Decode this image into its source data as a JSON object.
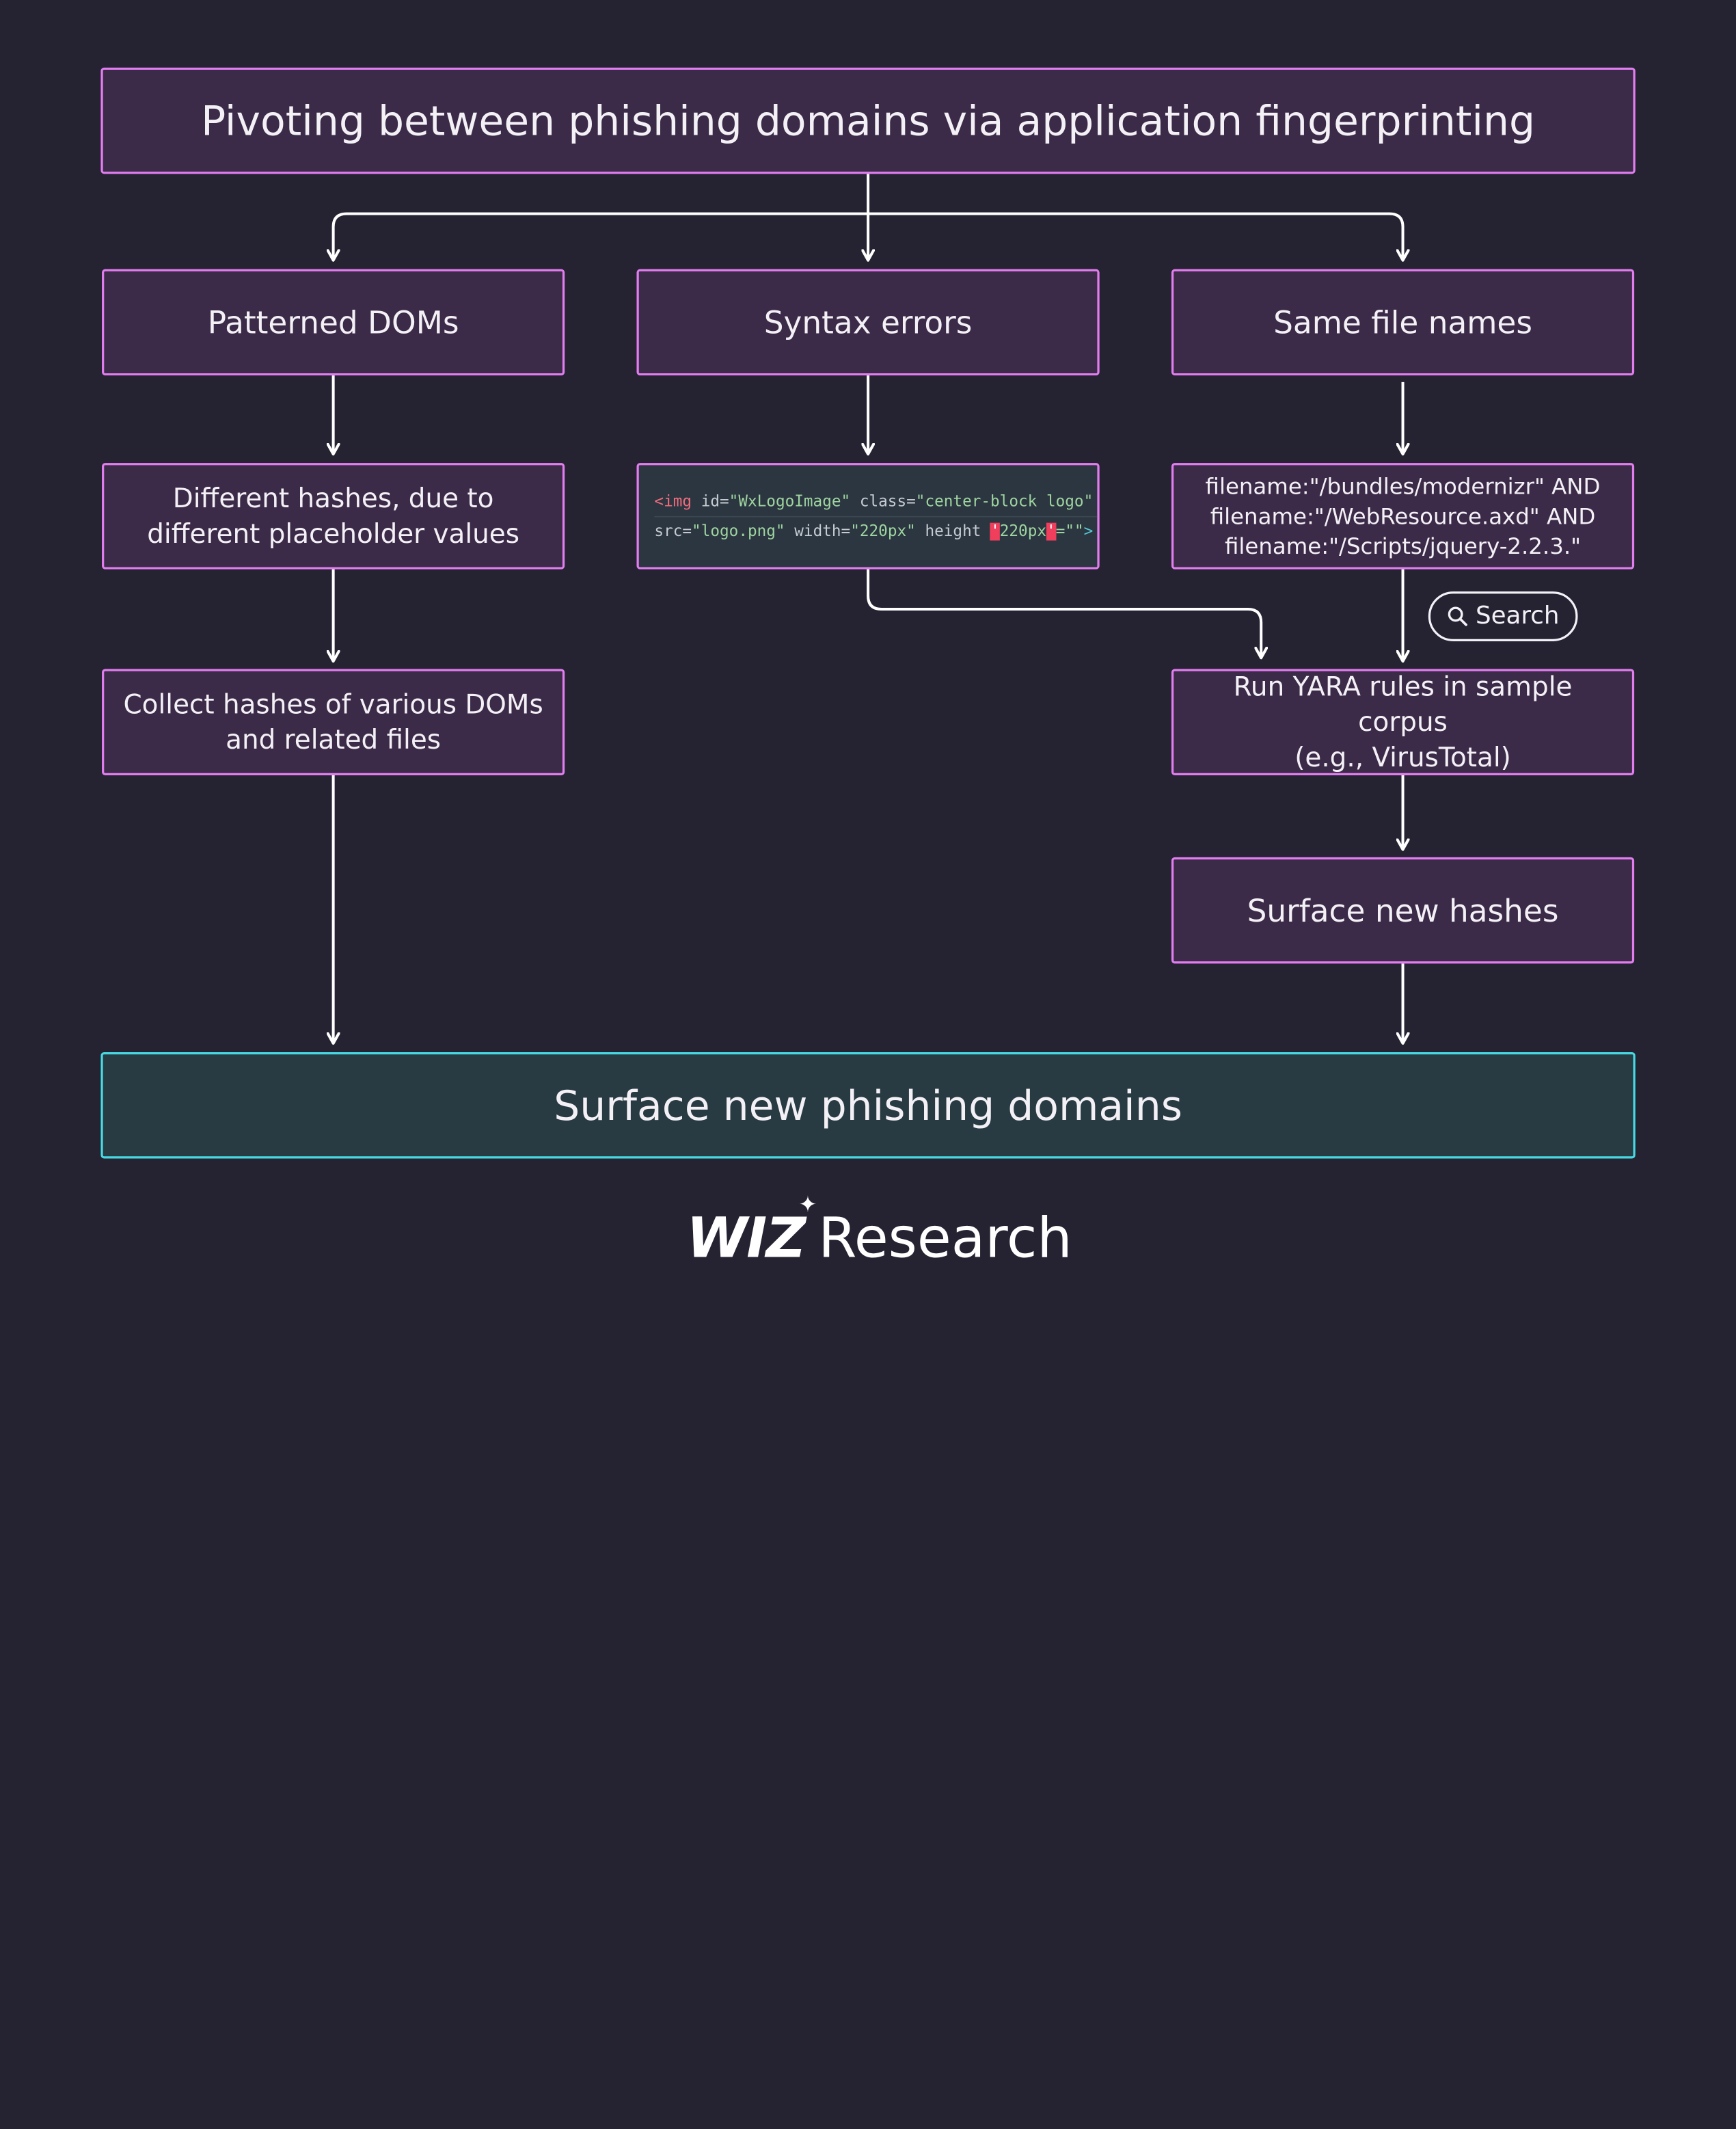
{
  "title": "Pivoting between phishing domains via application fingerprinting",
  "columns": {
    "left": {
      "heading": "Patterned DOMs",
      "step1": "Different hashes, due to\ndifferent placeholder values",
      "step2": "Collect hashes of various DOMs\nand related files"
    },
    "middle": {
      "heading": "Syntax errors",
      "code": {
        "line1": {
          "tag": "<img",
          "a1": " id=",
          "v1": "\"WxLogoImage\"",
          "a2": " class=",
          "v2": "\"center-block logo\""
        },
        "line2": {
          "a1": "src=",
          "v1": "\"logo.png\"",
          "a2": " width=",
          "v2": "\"220px\"",
          "a3": " height ",
          "q1": "'",
          "v3": "220px",
          "q2": "'",
          "v4": "=\"\"",
          "close": ">"
        }
      }
    },
    "right": {
      "heading": "Same file names",
      "query": "filename:\"/bundles/modernizr\" AND\nfilename:\"/WebResource.axd\" AND\nfilename:\"/Scripts/jquery-2.2.3.\"",
      "search_label": "Search",
      "step2": "Run YARA rules in sample corpus\n(e.g., VirusTotal)",
      "step3": "Surface new hashes"
    }
  },
  "final": "Surface new phishing domains",
  "logo": {
    "brand": "WIZ",
    "suffix": "Research"
  },
  "colors": {
    "background": "#252332",
    "box_fill": "#3c2b48",
    "box_border": "#e27df0",
    "final_fill": "#283a42",
    "final_border": "#47d9e2",
    "arrow": "#ffffff"
  }
}
